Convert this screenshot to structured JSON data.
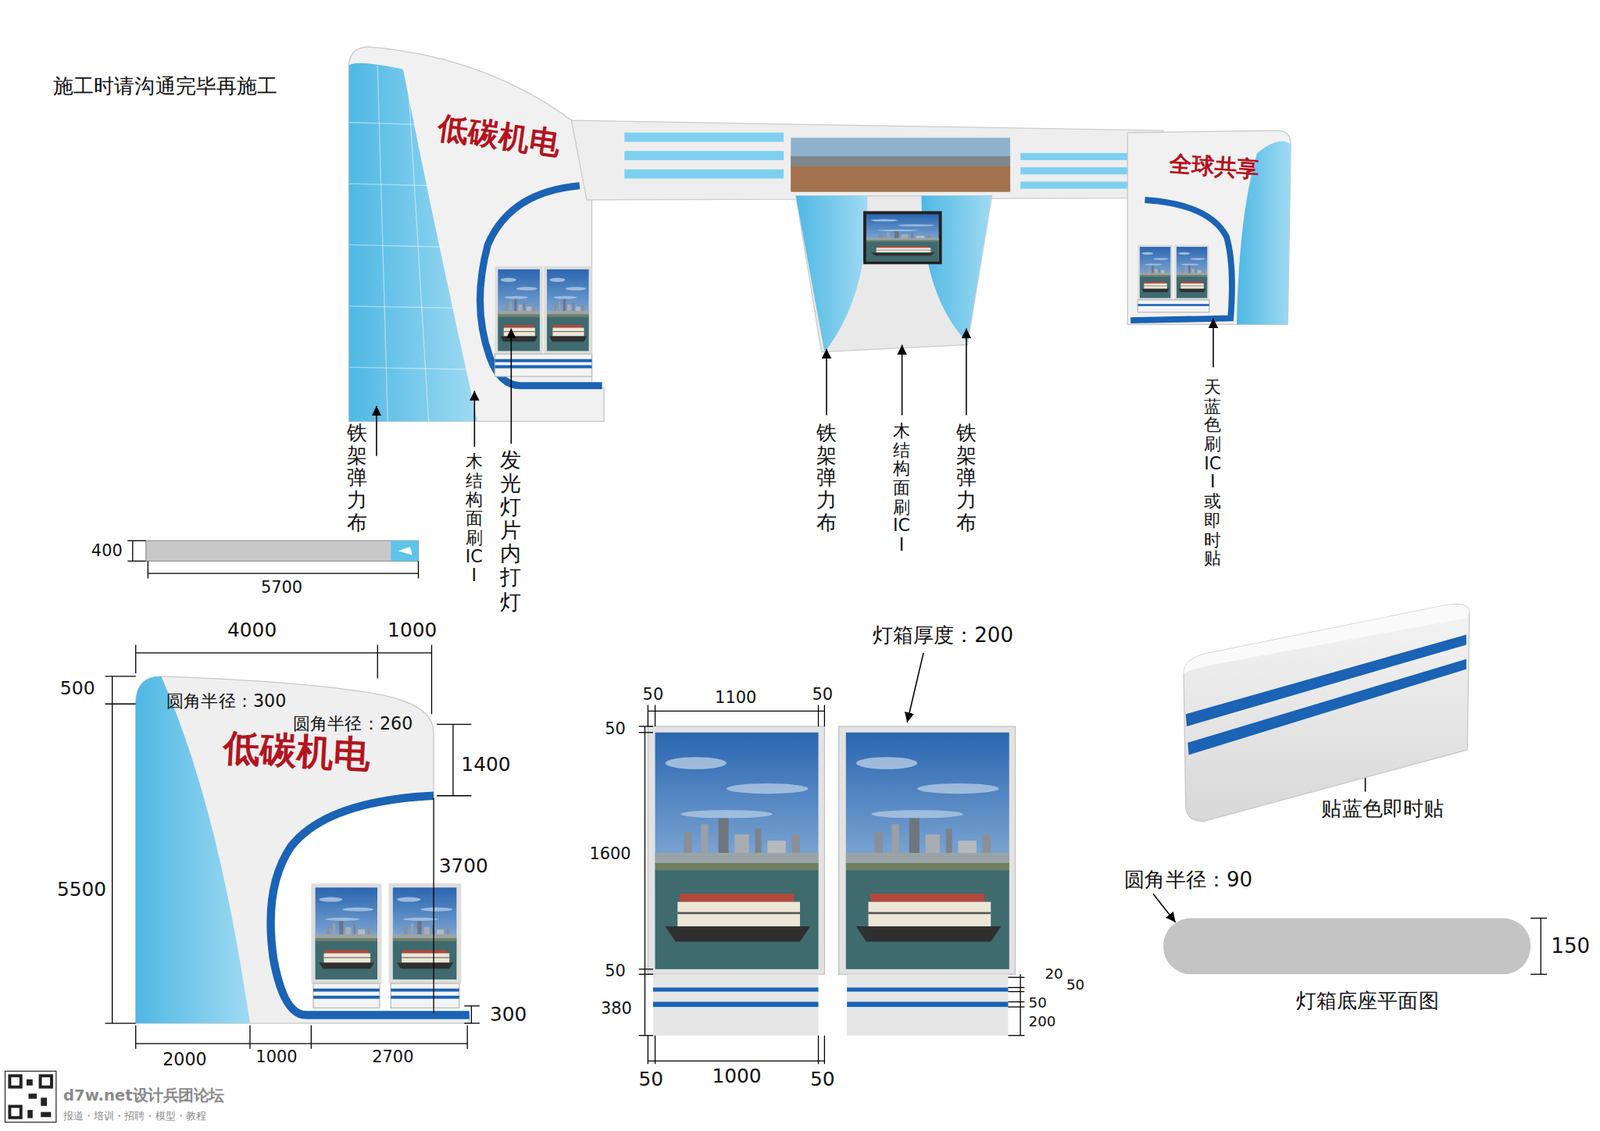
{
  "diagram": {
    "labels": [
      "施工时请沟通完毕再施工",
      "低碳机电",
      "全球共享",
      "铁架弹力布",
      "木结构面刷ICI",
      "发光灯片内打灯",
      "铁架弹力布",
      "木结构面刷ICI",
      "铁架弹力布",
      "天蓝色刷ICI或即时贴",
      "400",
      "5700",
      "4000",
      "1000",
      "500",
      "圆角半径：300",
      "圆角半径：260",
      "低碳机电",
      "1400",
      "5500",
      "3700",
      "300",
      "2000",
      "1000",
      "2700",
      "灯箱厚度：200",
      "50",
      "1100",
      "50",
      "50",
      "1600",
      "50",
      "380",
      "50",
      "1000",
      "50",
      "20",
      "50",
      "50",
      "200",
      "贴蓝色即时贴",
      "圆角半径：90",
      "150",
      "灯箱底座平面图",
      "d7w.net设计兵团论坛",
      "报道・培训・招聘・模型・教程"
    ]
  }
}
